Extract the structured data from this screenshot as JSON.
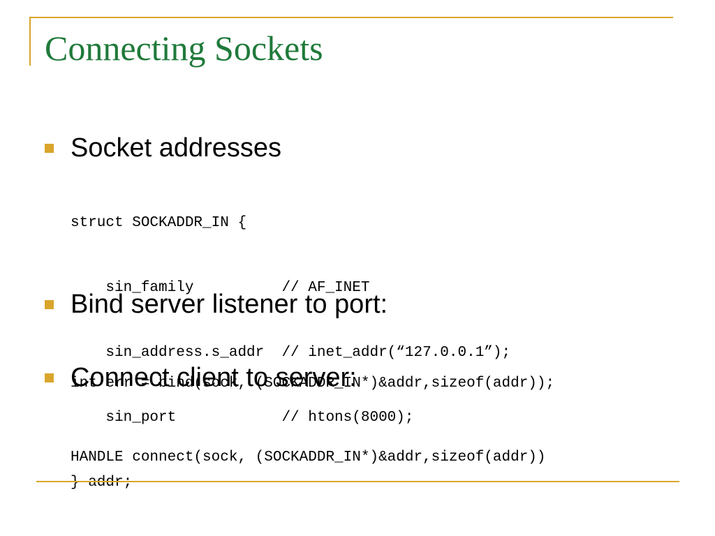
{
  "slide": {
    "title": "Connecting Sockets",
    "bullets": [
      {
        "text": "Socket addresses",
        "code": [
          "struct SOCKADDR_IN {",
          "    sin_family          // AF_INET",
          "    sin_address.s_addr  // inet_addr(“127.0.0.1”);",
          "    sin_port            // htons(8000);",
          "} addr;"
        ]
      },
      {
        "text": "Bind server listener to port:",
        "code": [
          "int err = bind(sock, (SOCKADDR_IN*)&addr,sizeof(addr));"
        ]
      },
      {
        "text": "Connect client to server:",
        "code": [
          "HANDLE connect(sock, (SOCKADDR_IN*)&addr,sizeof(addr))"
        ]
      }
    ]
  },
  "colors": {
    "title": "#1f7a3a",
    "accent": "#d9a52b",
    "text": "#000000"
  }
}
